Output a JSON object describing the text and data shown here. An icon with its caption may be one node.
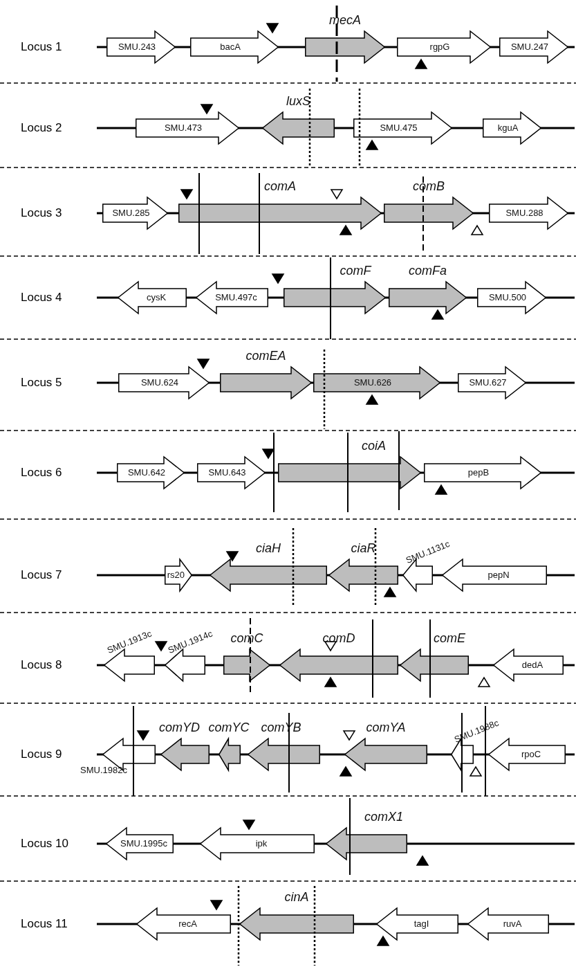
{
  "diagram": {
    "nodes": [
      {
        "text": [
          "SMU.243"
        ]
      },
      {
        "text": [
          "bacA"
        ]
      },
      {
        "text": [
          "mecA"
        ]
      },
      {
        "text": [
          "rgpG"
        ]
      },
      {
        "text": [
          "SMU.247"
        ]
      },
      {
        "text": [
          "SMU.473"
        ]
      },
      {
        "text": [
          "luxS"
        ]
      },
      {
        "text": [
          "SMU.475"
        ]
      },
      {
        "text": [
          "kguA"
        ]
      },
      {
        "text": [
          "SMU.285"
        ]
      },
      {
        "text": [
          "comA"
        ]
      },
      {
        "text": [
          "comB"
        ]
      },
      {
        "text": [
          "SMU.288"
        ]
      },
      {
        "text": [
          "cysK"
        ]
      },
      {
        "text": [
          "SMU.497c"
        ]
      },
      {
        "text": [
          "comF"
        ]
      },
      {
        "text": [
          "comFa"
        ]
      },
      {
        "text": [
          "SMU.500"
        ]
      },
      {
        "text": [
          "SMU.624"
        ]
      },
      {
        "text": [
          "comEA"
        ]
      },
      {
        "text": [
          "SMU.626"
        ]
      },
      {
        "text": [
          "SMU.627"
        ]
      },
      {
        "text": [
          "SMU.642"
        ]
      },
      {
        "text": [
          "SMU.643"
        ]
      },
      {
        "text": [
          "coiA"
        ]
      },
      {
        "text": [
          "pepB"
        ]
      },
      {
        "text": [
          "rs20"
        ]
      },
      {
        "text": [
          "ciaH"
        ]
      },
      {
        "text": [
          "ciaR"
        ]
      },
      {
        "text": [
          "SMU.1131c"
        ]
      },
      {
        "text": [
          "pepN"
        ]
      },
      {
        "text": [
          "SMU.1913c"
        ]
      },
      {
        "text": [
          "SMU.1914c"
        ]
      },
      {
        "text": [
          "comC"
        ]
      },
      {
        "text": [
          "comD"
        ]
      },
      {
        "text": [
          "comE"
        ]
      },
      {
        "text": [
          "dedA"
        ]
      },
      {
        "text": [
          "SMU.1982c"
        ]
      },
      {
        "text": [
          "comYD"
        ]
      },
      {
        "text": [
          "comYC"
        ]
      },
      {
        "text": [
          "comYB"
        ]
      },
      {
        "text": [
          "comYA"
        ]
      },
      {
        "text": [
          "SMU.1988c"
        ]
      },
      {
        "text": [
          "rpoC"
        ]
      },
      {
        "text": [
          "SMU.1995c"
        ]
      },
      {
        "text": [
          "ipk"
        ]
      },
      {
        "text": [
          "comX1"
        ]
      },
      {
        "text": [
          "recA"
        ]
      },
      {
        "text": [
          "cinA"
        ]
      },
      {
        "text": [
          "tagI"
        ]
      },
      {
        "text": [
          "ruvA"
        ]
      }
    ],
    "labels": [
      "Locus 1",
      "Locus 2",
      "Locus 3",
      "Locus 4",
      "Locus 5",
      "Locus 6",
      "Locus 7",
      "Locus 8",
      "Locus 9",
      "Locus 10",
      "Locus 11"
    ]
  }
}
